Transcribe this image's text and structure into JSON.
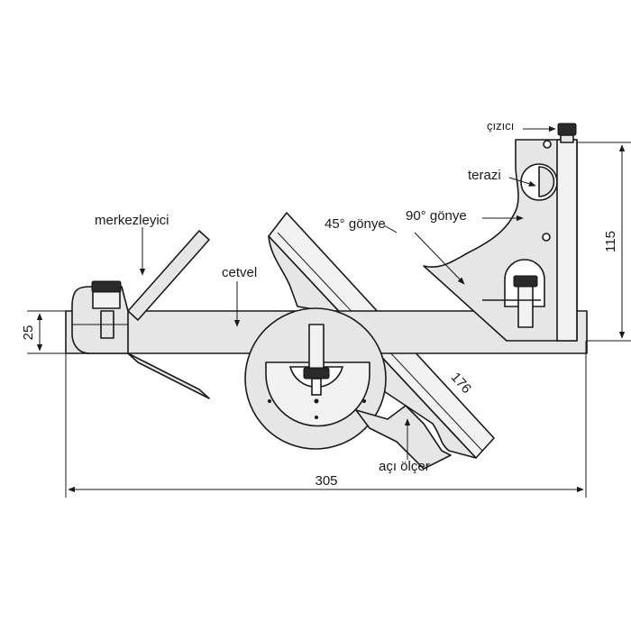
{
  "labels": {
    "scriber": "çızıcı",
    "level": "terazi",
    "square_90": "90° gönye",
    "square_45": "45° gönye",
    "center_head": "merkezleyici",
    "rule": "cetvel",
    "protractor": "açı ölçer"
  },
  "dimensions": {
    "rule_length": "305",
    "rule_width": "25",
    "head_45_length": "176",
    "square_height": "115"
  }
}
